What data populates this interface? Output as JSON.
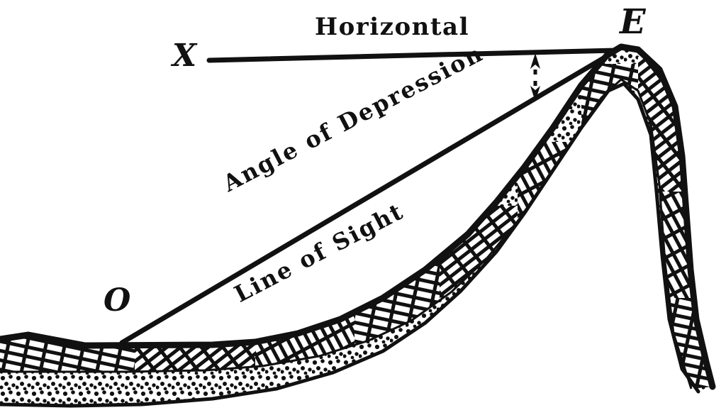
{
  "figure": {
    "title": "Angle of Depression diagram",
    "background_color": "#ffffff",
    "ink_color": "#111111"
  },
  "labels": {
    "point_x": "X",
    "point_e": "E",
    "point_o": "O",
    "horizontal": "Horizontal",
    "angle_of_depression": "Angle of Depression",
    "line_of_sight": "Line of Sight"
  },
  "geometry": {
    "horizontal_line": {
      "x1": 295,
      "y1": 85,
      "x2": 868,
      "y2": 71
    },
    "line_of_sight": {
      "x1": 172,
      "y1": 483,
      "x2": 868,
      "y2": 72
    },
    "angle_marker": {
      "x": 755,
      "y_top": 76,
      "y_bottom": 140,
      "style": "double-headed-dashed-arrow"
    }
  },
  "terrain": {
    "layers": [
      {
        "name": "rock-hatch-layer",
        "pattern": "hatched-strata"
      },
      {
        "name": "stipple-layer",
        "pattern": "dotted-stipple"
      }
    ],
    "features": [
      "left-plain",
      "valley-slope",
      "summit-cliff",
      "right-cliff-face"
    ]
  },
  "chart_data": {
    "type": "line",
    "title": "Angle of Depression",
    "series": [
      {
        "name": "Horizontal",
        "points": [
          [
            295,
            85
          ],
          [
            868,
            71
          ]
        ]
      },
      {
        "name": "Line of Sight",
        "points": [
          [
            172,
            483
          ],
          [
            868,
            72
          ]
        ]
      }
    ],
    "annotations": [
      "X",
      "E",
      "O",
      "Horizontal",
      "Angle of Depression",
      "Line of Sight"
    ]
  }
}
